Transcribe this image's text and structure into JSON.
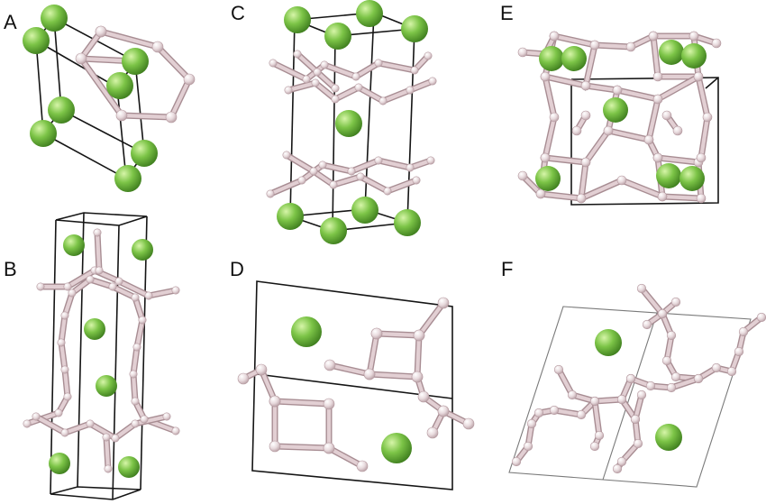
{
  "figure": {
    "panels": [
      {
        "id": "A",
        "label": "A"
      },
      {
        "id": "B",
        "label": "B"
      },
      {
        "id": "C",
        "label": "C"
      },
      {
        "id": "D",
        "label": "D"
      },
      {
        "id": "E",
        "label": "E"
      },
      {
        "id": "F",
        "label": "F"
      }
    ]
  },
  "colors": {
    "cell_edge": "#151515",
    "cell_edge_light": "#7a7a7a",
    "atom_large": "#6cb83a",
    "atom_large_highlight": "#c9ef9a",
    "atom_large_shadow": "#3f7f1e",
    "atom_small": "#e6d6d9",
    "atom_small_highlight": "#ffffff",
    "atom_small_shadow": "#b59aa0",
    "bond_fill": "#e2cfd3",
    "bond_outline": "#a88d93"
  }
}
